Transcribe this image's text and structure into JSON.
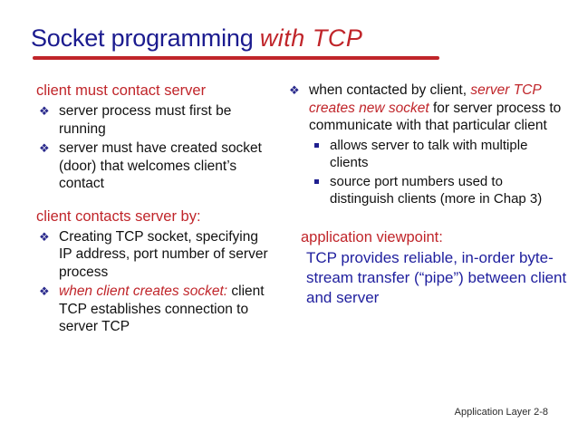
{
  "slide": {
    "title": {
      "main": "Socket programming ",
      "accent": "with TCP"
    },
    "footer": "Application Layer 2-8",
    "colors": {
      "title_blue": "#1b1b8f",
      "accent_red": "#c0252a",
      "body_black": "#111111",
      "viewpoint_blue": "#1f1f9e",
      "bullet_blue": "#2a2a8c",
      "background": "#ffffff"
    },
    "markers": {
      "diamond": "❖",
      "square": "square-bullet"
    },
    "left_column": {
      "section_1": {
        "heading": "client must contact server",
        "items": [
          "server process must first be running",
          "server must have created socket (door) that welcomes client’s contact"
        ]
      },
      "section_2": {
        "heading": "client contacts server by:",
        "items": [
          {
            "text": "Creating TCP socket, specifying IP address, port number of server process"
          },
          {
            "emphasis": "when client creates socket:",
            "text": " client TCP establishes connection to server TCP"
          }
        ]
      }
    },
    "right_column": {
      "bullet": {
        "lead": "when contacted by client, ",
        "emphasis": "server TCP creates new socket",
        "tail": " for server process to communicate with that particular client",
        "sub_items": [
          "allows server to talk with multiple clients",
          "source port numbers used to distinguish clients (more in Chap 3)"
        ]
      },
      "viewpoint": {
        "heading": "application viewpoint:",
        "body": "TCP provides reliable, in-order byte-stream transfer (“pipe”) between client and server"
      }
    }
  }
}
